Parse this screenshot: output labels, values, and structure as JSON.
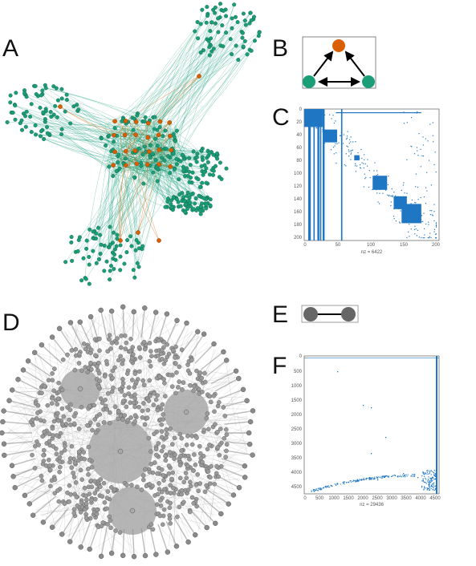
{
  "panels": {
    "A": "A",
    "B": "B",
    "C": "C",
    "D": "D",
    "E": "E",
    "F": "F"
  },
  "colors": {
    "green": "#1a9e77",
    "orange": "#d95f02",
    "gray": "#999999",
    "matrix_blue": "#1f77c4"
  },
  "matrix_c": {
    "yticks": [
      "0",
      "20",
      "40",
      "60",
      "80",
      "100",
      "120",
      "140",
      "160",
      "180",
      "200"
    ],
    "xticks": [
      "0",
      "50",
      "100",
      "150",
      "200"
    ],
    "nz": "nz = 6422"
  },
  "matrix_f": {
    "yticks": [
      "0",
      "500",
      "1000",
      "1500",
      "2000",
      "2500",
      "3000",
      "3500",
      "4000",
      "4500"
    ],
    "xticks": [
      "0",
      "500",
      "1000",
      "1500",
      "2000",
      "2500",
      "3000",
      "3500",
      "4000",
      "4500"
    ],
    "nz": "nz = 29436"
  }
}
